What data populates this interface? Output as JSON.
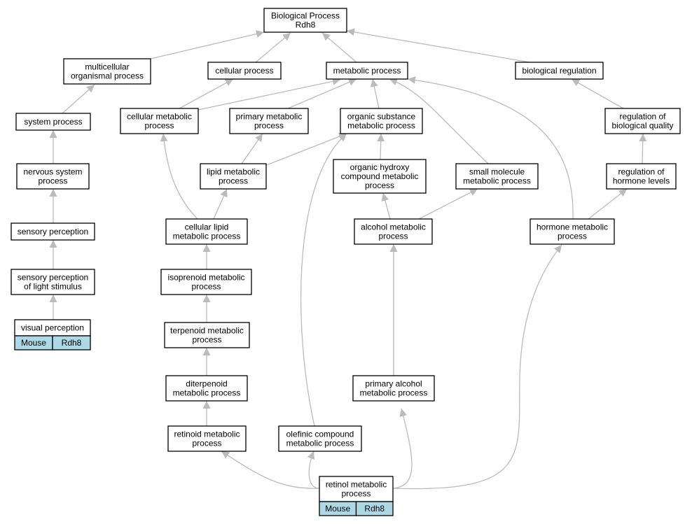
{
  "graph": {
    "nodes": [
      {
        "id": "bp",
        "lines": [
          "Biological Process",
          "Rdh8"
        ]
      },
      {
        "id": "multi",
        "lines": [
          "multicellular",
          "organismal process"
        ]
      },
      {
        "id": "cellular",
        "lines": [
          "cellular process"
        ]
      },
      {
        "id": "metabolic",
        "lines": [
          "metabolic process"
        ]
      },
      {
        "id": "bioreg",
        "lines": [
          "biological regulation"
        ]
      },
      {
        "id": "system",
        "lines": [
          "system process"
        ]
      },
      {
        "id": "cellmet",
        "lines": [
          "cellular metabolic",
          "process"
        ]
      },
      {
        "id": "primet",
        "lines": [
          "primary metabolic",
          "process"
        ]
      },
      {
        "id": "orgsub",
        "lines": [
          "organic substance",
          "metabolic process"
        ]
      },
      {
        "id": "regqual",
        "lines": [
          "regulation of",
          "biological quality"
        ]
      },
      {
        "id": "nervous",
        "lines": [
          "nervous system",
          "process"
        ]
      },
      {
        "id": "lipid",
        "lines": [
          "lipid metabolic",
          "process"
        ]
      },
      {
        "id": "orghydroxy",
        "lines": [
          "organic hydroxy",
          "compound metabolic",
          "process"
        ]
      },
      {
        "id": "smallmol",
        "lines": [
          "small molecule",
          "metabolic process"
        ]
      },
      {
        "id": "reghormone",
        "lines": [
          "regulation of",
          "hormone levels"
        ]
      },
      {
        "id": "sensory",
        "lines": [
          "sensory perception"
        ]
      },
      {
        "id": "celllipid",
        "lines": [
          "cellular lipid",
          "metabolic process"
        ]
      },
      {
        "id": "alcohol",
        "lines": [
          "alcohol metabolic",
          "process"
        ]
      },
      {
        "id": "hormone",
        "lines": [
          "hormone metabolic",
          "process"
        ]
      },
      {
        "id": "senslight",
        "lines": [
          "sensory perception",
          "of light stimulus"
        ]
      },
      {
        "id": "isoprenoid",
        "lines": [
          "isoprenoid metabolic",
          "process"
        ]
      },
      {
        "id": "visual",
        "lines": [
          "visual perception"
        ],
        "tags": [
          "Mouse",
          "Rdh8"
        ]
      },
      {
        "id": "terpenoid",
        "lines": [
          "terpenoid metabolic",
          "process"
        ]
      },
      {
        "id": "diterpenoid",
        "lines": [
          "diterpenoid",
          "metabolic process"
        ]
      },
      {
        "id": "primalc",
        "lines": [
          "primary alcohol",
          "metabolic process"
        ]
      },
      {
        "id": "retinoid",
        "lines": [
          "retinoid metabolic",
          "process"
        ]
      },
      {
        "id": "olefinic",
        "lines": [
          "olefinic compound",
          "metabolic process"
        ]
      },
      {
        "id": "retinol",
        "lines": [
          "retinol metabolic",
          "process"
        ],
        "tags": [
          "Mouse",
          "Rdh8"
        ]
      }
    ],
    "edges": [
      {
        "from": "multi",
        "to": "bp"
      },
      {
        "from": "cellular",
        "to": "bp"
      },
      {
        "from": "metabolic",
        "to": "bp"
      },
      {
        "from": "bioreg",
        "to": "bp"
      },
      {
        "from": "system",
        "to": "multi"
      },
      {
        "from": "cellmet",
        "to": "cellular"
      },
      {
        "from": "cellmet",
        "to": "metabolic"
      },
      {
        "from": "primet",
        "to": "metabolic"
      },
      {
        "from": "orgsub",
        "to": "metabolic"
      },
      {
        "from": "smallmol",
        "to": "metabolic"
      },
      {
        "from": "hormone",
        "to": "metabolic"
      },
      {
        "from": "regqual",
        "to": "bioreg"
      },
      {
        "from": "nervous",
        "to": "system"
      },
      {
        "from": "lipid",
        "to": "primet"
      },
      {
        "from": "lipid",
        "to": "orgsub"
      },
      {
        "from": "orghydroxy",
        "to": "orgsub"
      },
      {
        "from": "olefinic",
        "to": "orgsub"
      },
      {
        "from": "reghormone",
        "to": "regqual"
      },
      {
        "from": "sensory",
        "to": "nervous"
      },
      {
        "from": "celllipid",
        "to": "cellmet"
      },
      {
        "from": "celllipid",
        "to": "lipid"
      },
      {
        "from": "alcohol",
        "to": "orghydroxy"
      },
      {
        "from": "alcohol",
        "to": "smallmol"
      },
      {
        "from": "hormone",
        "to": "reghormone"
      },
      {
        "from": "senslight",
        "to": "sensory"
      },
      {
        "from": "isoprenoid",
        "to": "celllipid"
      },
      {
        "from": "primalc",
        "to": "alcohol"
      },
      {
        "from": "retinol",
        "to": "hormone"
      },
      {
        "from": "visual",
        "to": "senslight"
      },
      {
        "from": "terpenoid",
        "to": "isoprenoid"
      },
      {
        "from": "diterpenoid",
        "to": "terpenoid"
      },
      {
        "from": "retinol",
        "to": "primalc"
      },
      {
        "from": "retinoid",
        "to": "diterpenoid"
      },
      {
        "from": "retinol",
        "to": "retinoid"
      },
      {
        "from": "retinol",
        "to": "olefinic"
      }
    ]
  }
}
